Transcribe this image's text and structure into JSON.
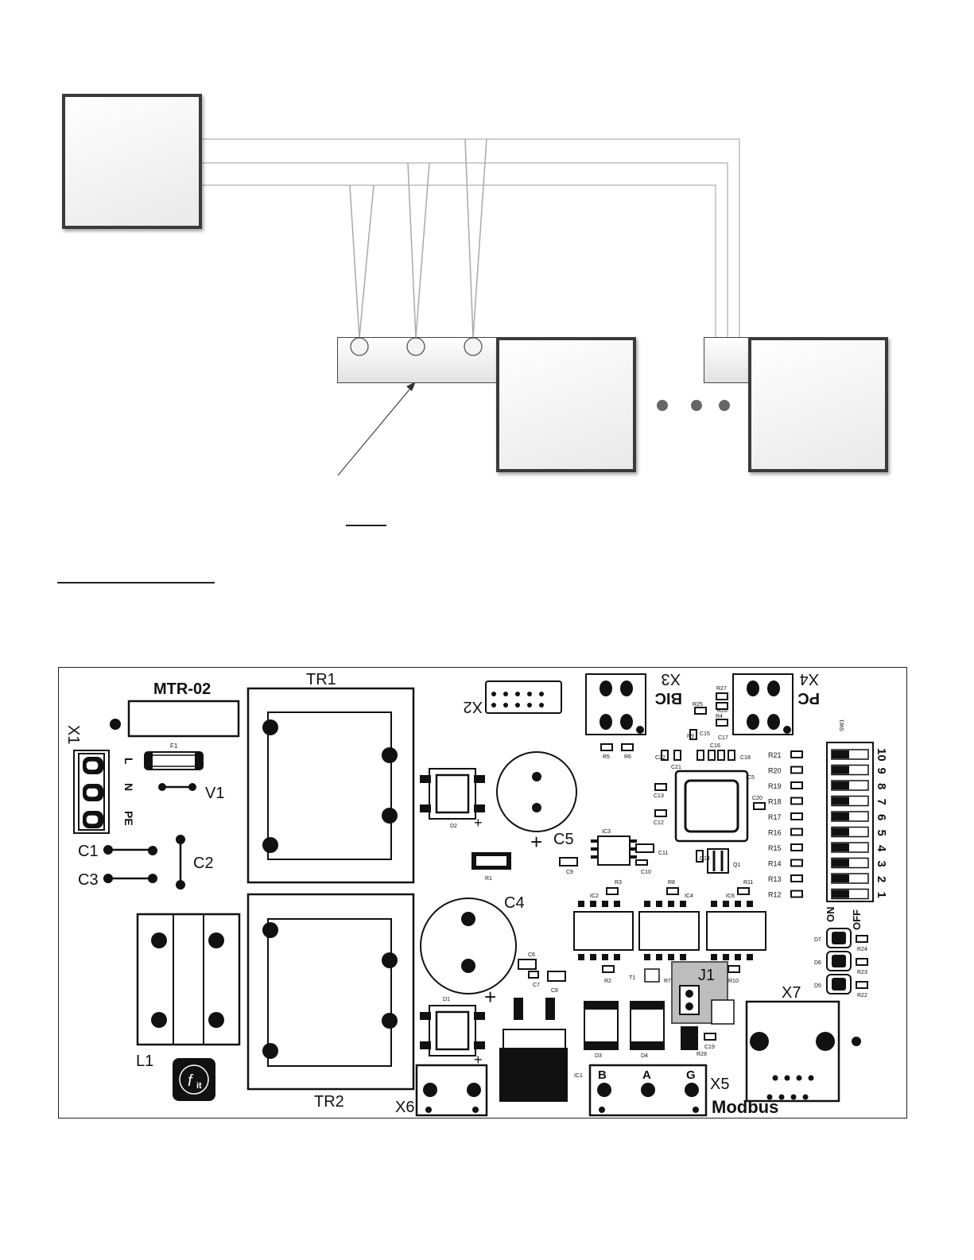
{
  "pcb": {
    "board_name": "MTR-02",
    "transformers": [
      "TR1",
      "TR2"
    ],
    "connectors": {
      "x1": "X1",
      "x2": "X2",
      "x3": "X3",
      "x4": "X4",
      "x5": "X5",
      "x6": "X6",
      "x7": "X7",
      "x3_label": "BIC",
      "x4_label": "PC",
      "x5_label": "Modbus"
    },
    "terminals_x1": [
      "L",
      "N",
      "PE"
    ],
    "terminals_x5": [
      "B",
      "A",
      "G"
    ],
    "fuse": "F1",
    "varistor": "V1",
    "capacitors": [
      "C1",
      "C2",
      "C3",
      "C4",
      "C5"
    ],
    "inductor": "L1",
    "jumper": "J1",
    "switch": "SW1",
    "switch_states": [
      "ON",
      "OFF"
    ],
    "switch_numbers": [
      "10",
      "9",
      "8",
      "7",
      "6",
      "5",
      "4",
      "3",
      "2",
      "1"
    ],
    "switch_resistors": [
      "R21",
      "R20",
      "R19",
      "R18",
      "R17",
      "R16",
      "R15",
      "R14",
      "R13",
      "R12"
    ],
    "led_refs": [
      "D7",
      "D6",
      "D5"
    ],
    "led_resistors": [
      "R24",
      "R23",
      "R22"
    ],
    "misc_refs": [
      "D1",
      "D2",
      "D3",
      "D4",
      "R1",
      "R2",
      "R3",
      "R4",
      "R5",
      "R6",
      "R7",
      "R8",
      "R9",
      "R10",
      "R11",
      "R25",
      "R26",
      "R27",
      "R28",
      "IC1",
      "IC2",
      "IC3",
      "IC4",
      "IC5",
      "IC6",
      "C6",
      "C7",
      "C8",
      "C9",
      "C10",
      "C11",
      "C12",
      "C13",
      "C14",
      "C15",
      "C16",
      "C17",
      "C18",
      "C19",
      "C20",
      "C21",
      "C22",
      "T1",
      "Q1"
    ]
  }
}
